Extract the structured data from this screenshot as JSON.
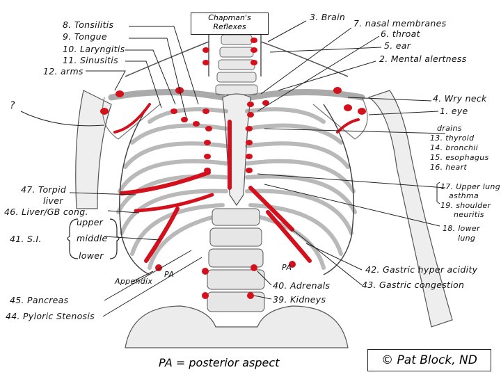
{
  "title": {
    "line1": "Chapman's",
    "line2": "Reflexes"
  },
  "labels": {
    "tonsilitis": "8. Tonsilitis",
    "tongue": "9. Tongue",
    "laryngitis": "10. Laryngitis",
    "sinusitis": "11. Sinusitis",
    "arms": "12. arms",
    "question": "?",
    "brain": "3. Brain",
    "nasal": "7. nasal membranes",
    "throat": "6. throat",
    "ear": "5. ear",
    "mental": "2. Mental alertness",
    "wryneck": "4. Wry neck",
    "eye": "1. eye",
    "drains": "drains",
    "thyroid": "13. thyroid",
    "bronchii": "14. bronchii",
    "esophagus": "15. esophagus",
    "heart": "16. heart",
    "upper_lung": "17. Upper lung",
    "asthma": "asthma",
    "shoulder": "19. shoulder",
    "neuritis": "neuritis",
    "lower_lung": "18. lower",
    "lung": "lung",
    "torpid1": "47. Torpid",
    "torpid2": "liver",
    "liver_gb": "46. Liver/GB cong.",
    "si_prefix": "41. S.I.",
    "upper": "upper",
    "middle": "middle",
    "lower": "lower",
    "appendix": "Appendix",
    "pa_left": "PA",
    "pa_right": "PA",
    "gastric_hyper": "42. Gastric hyper acidity",
    "gastric_cong": "43. Gastric congestion",
    "adrenals": "40. Adrenals",
    "kidneys": "39. Kidneys",
    "pancreas": "45. Pancreas",
    "pyloric": "44. Pyloric Stenosis"
  },
  "footer": {
    "pa": "PA = posterior aspect",
    "credit": "© Pat Block, ND"
  },
  "colors": {
    "reflex": "#d4101c",
    "bone": "#f2f2f2",
    "ink": "#222222"
  }
}
